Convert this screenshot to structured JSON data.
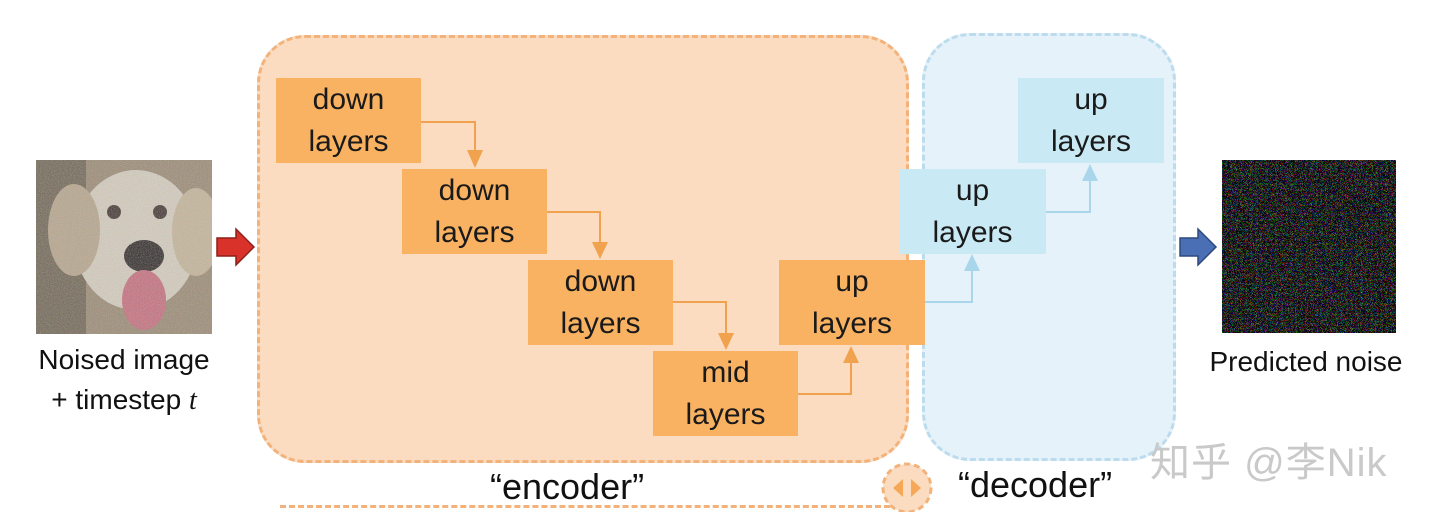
{
  "input": {
    "caption_line1": "Noised image",
    "caption_line2": "+ timestep ",
    "caption_var": "t"
  },
  "output": {
    "caption": "Predicted noise"
  },
  "encoder": {
    "label": "“encoder”",
    "blocks": [
      {
        "line1": "down",
        "line2": "layers"
      },
      {
        "line1": "down",
        "line2": "layers"
      },
      {
        "line1": "down",
        "line2": "layers"
      },
      {
        "line1": "mid",
        "line2": "layers"
      },
      {
        "line1": "up",
        "line2": "layers"
      }
    ]
  },
  "decoder": {
    "label": "“decoder”",
    "blocks": [
      {
        "line1": "up",
        "line2": "layers"
      },
      {
        "line1": "up",
        "line2": "layers"
      }
    ]
  },
  "watermark": "知乎 @李Nik",
  "colors": {
    "encoder_block": "#f9b162",
    "encoder_region": "#fbdcc0",
    "decoder_block": "#c9e9f4",
    "decoder_region": "#e5f2fa",
    "input_arrow": "#d9322b",
    "output_arrow": "#4a6fb5"
  }
}
